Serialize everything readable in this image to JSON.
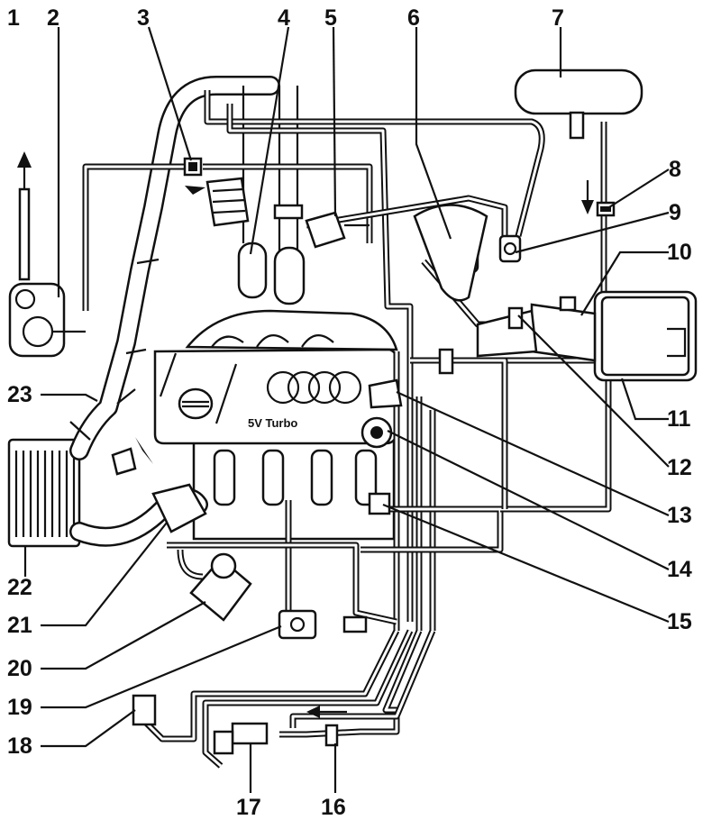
{
  "callouts": {
    "c1": "1",
    "c2": "2",
    "c3": "3",
    "c4": "4",
    "c5": "5",
    "c6": "6",
    "c7": "7",
    "c8": "8",
    "c9": "9",
    "c10": "10",
    "c11": "11",
    "c12": "12",
    "c13": "13",
    "c14": "14",
    "c15": "15",
    "c16": "16",
    "c17": "17",
    "c18": "18",
    "c19": "19",
    "c20": "20",
    "c21": "21",
    "c22": "22",
    "c23": "23"
  },
  "engine": {
    "badge": "5V  Turbo"
  }
}
